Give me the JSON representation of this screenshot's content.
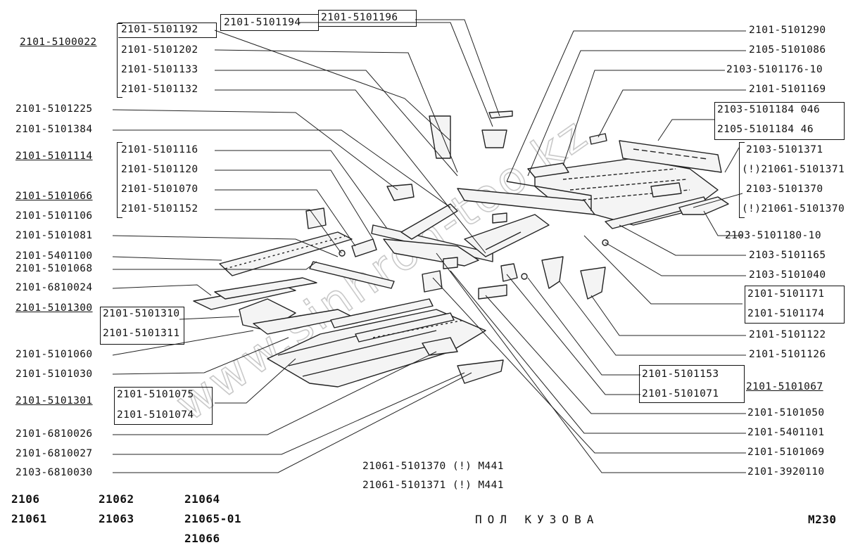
{
  "watermark": "www.sinhron-too.kz",
  "labels_left": [
    "2101-5100022",
    "2101-5101192",
    "2101-5101202",
    "2101-5101133",
    "2101-5101132",
    "2101-5101194",
    "2101-5101196",
    "2101-5101225",
    "2101-5101384",
    "2101-5101114",
    "2101-5101116",
    "2101-5101120",
    "2101-5101066",
    "2101-5101070",
    "2101-5101152",
    "2101-5101106",
    "2101-5101081",
    "2101-5401100",
    "2101-5101068",
    "2101-6810024",
    "2101-5101300",
    "2101-5101310",
    "2101-5101311",
    "2101-5101060",
    "2101-5101030",
    "2101-5101301",
    "2101-5101075",
    "2101-5101074",
    "2101-6810026",
    "2101-6810027",
    "2103-6810030"
  ],
  "labels_right": [
    "2101-5101290",
    "2105-5101086",
    "2103-5101176-10",
    "2101-5101169",
    "2103-5101184 046",
    "2105-5101184  46",
    "2103-5101371",
    "(!)21061-5101371",
    "2103-5101370",
    "(!)21061-5101370",
    "2103-5101180-10",
    "2103-5101165",
    "2103-5101040",
    "2101-5101171",
    "2101-5101174",
    "2101-5101122",
    "2101-5101126",
    "2101-5101153",
    "2101-5101071",
    "2101-5101067",
    "2101-5101050",
    "2101-5401101",
    "2101-5101069",
    "2101-3920110"
  ],
  "notes": [
    "21061-5101370 (!) M441",
    "21061-5101371 (!) M441"
  ],
  "models": [
    "2106",
    "21061",
    "21062",
    "21063",
    "21064",
    "21065-01",
    "21066"
  ],
  "title": "ПОЛ КУЗОВА",
  "code": "M230"
}
